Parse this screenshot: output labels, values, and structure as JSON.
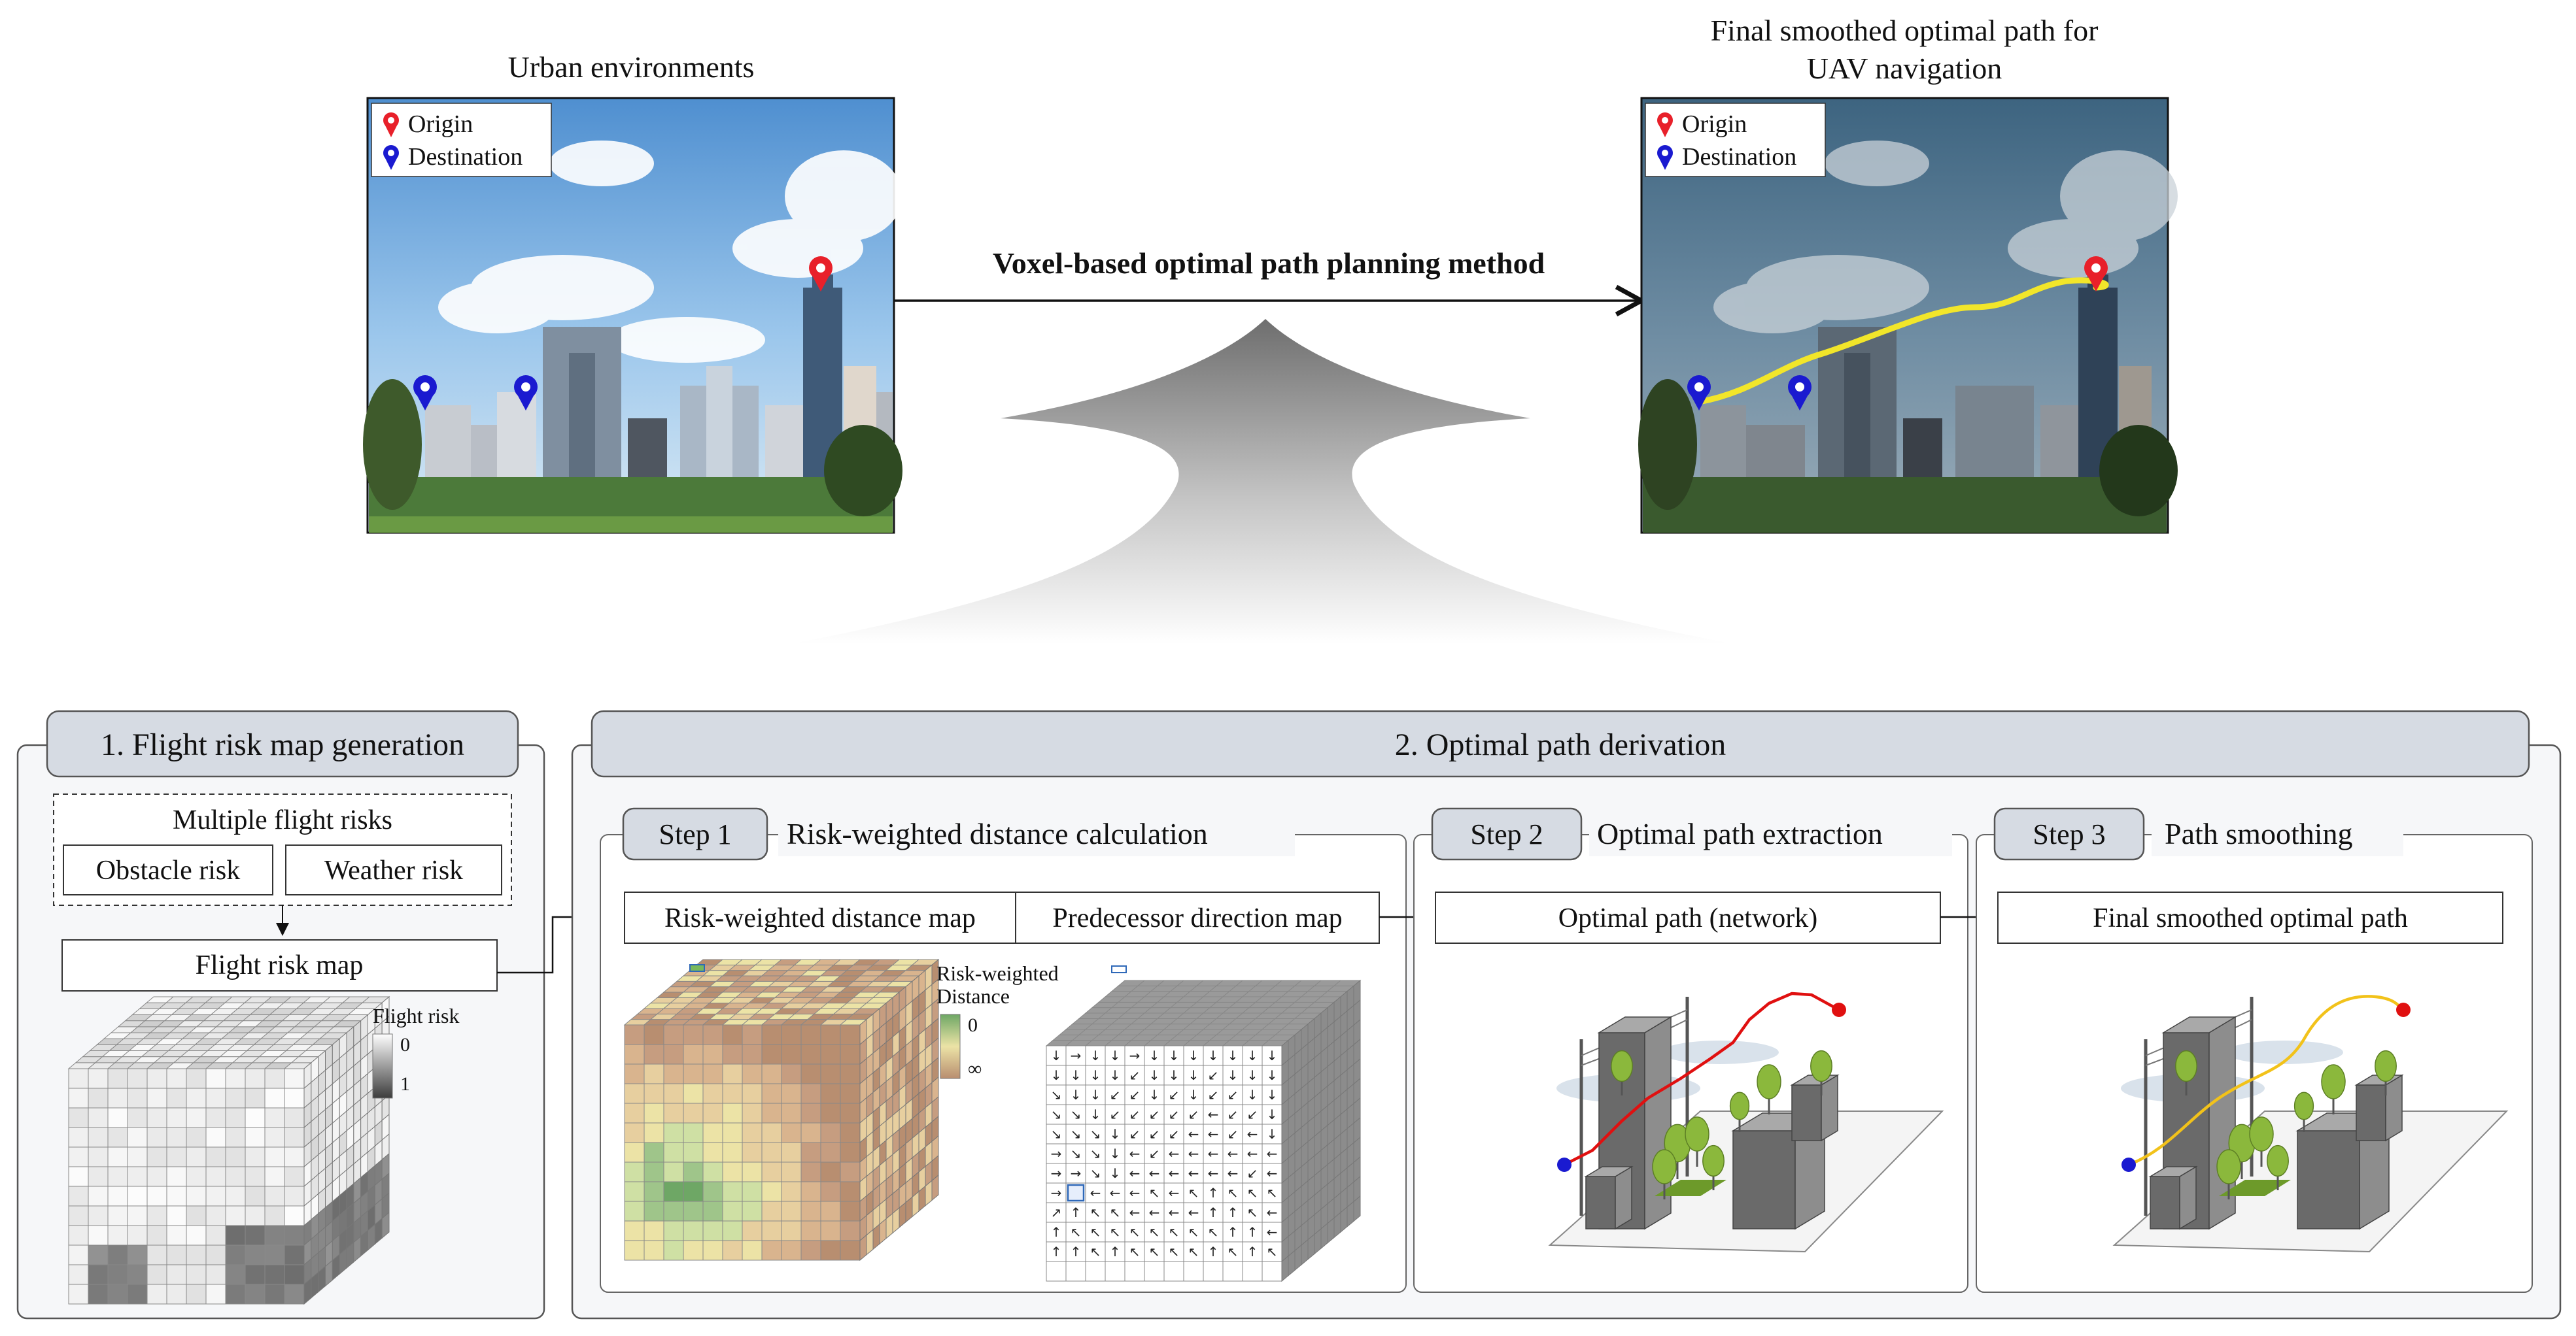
{
  "top": {
    "left_title": "Urban environments",
    "right_title_line1": "Final smoothed optimal path for",
    "right_title_line2": "UAV navigation",
    "method": "Voxel-based optimal path planning method",
    "legend_origin": "Origin",
    "legend_destination": "Destination"
  },
  "panel1": {
    "title": "1. Flight risk map generation",
    "group_title": "Multiple flight risks",
    "obstacle": "Obstacle risk",
    "weather": "Weather risk",
    "map": "Flight risk map",
    "legend_title": "Flight risk",
    "legend_min": "0",
    "legend_max": "1"
  },
  "panel2": {
    "title": "2. Optimal path derivation",
    "step1_tag": "Step 1",
    "step1_title": "Risk-weighted distance calculation",
    "step1_box_a": "Risk-weighted distance map",
    "step1_box_b": "Predecessor direction map",
    "rwd_legend_line1": "Risk-weighted",
    "rwd_legend_line2": "Distance",
    "rwd_min": "0",
    "rwd_max": "∞",
    "step2_tag": "Step 2",
    "step2_title": "Optimal path extraction",
    "step2_box": "Optimal path (network)",
    "step3_tag": "Step 3",
    "step3_title": "Path smoothing",
    "step3_box": "Final smoothed optimal path"
  },
  "colors": {
    "origin_pin": "#e8202a",
    "destination_pin": "#1a1ad0",
    "smoothed_path": "#f2e62a",
    "network_path": "#e01010",
    "step3_path": "#f2c21a",
    "header_fill": "#d6dbe3"
  },
  "arrows": {
    "row1": [
      "↓",
      "→",
      "↓",
      "↓",
      "→",
      "↓",
      "↓",
      "↓",
      "↓",
      "↓",
      "↓",
      "↓"
    ],
    "row2": [
      "↓",
      "↓",
      "↓",
      "↓",
      "↙",
      "↓",
      "↓",
      "↓",
      "↙",
      "↓",
      "↓",
      "↓"
    ],
    "row3": [
      "↘",
      "↓",
      "↓",
      "↙",
      "↙",
      "↓",
      "↙",
      "↓",
      "↙",
      "↙",
      "↓",
      "↓"
    ],
    "row4": [
      "↘",
      "↘",
      "↓",
      "↙",
      "↙",
      "↙",
      "↙",
      "↙",
      "←",
      "↙",
      "↙",
      "↓"
    ],
    "row5": [
      "↘",
      "↘",
      "↘",
      "↓",
      "↙",
      "↙",
      "↙",
      "←",
      "←",
      "↙",
      "←",
      "↓"
    ],
    "row6": [
      "→",
      "↘",
      "↘",
      "↓",
      "←",
      "↙",
      "←",
      "←",
      "←",
      "←",
      "←",
      "←"
    ],
    "row7": [
      "→",
      "→",
      "↘",
      "↓",
      "←",
      "←",
      "←",
      "←",
      "←",
      "←",
      "↙",
      "←"
    ],
    "row8": [
      "→",
      "⬚",
      "←",
      "←",
      "←",
      "↖",
      "←",
      "↖",
      "↑",
      "↖",
      "↖",
      "↖"
    ],
    "row9": [
      "↗",
      "↑",
      "↖",
      "↖",
      "←",
      "←",
      "←",
      "←",
      "↑",
      "↑",
      "↖",
      "←"
    ],
    "row10": [
      "↑",
      "↖",
      "↖",
      "↖",
      "↖",
      "↖",
      "↖",
      "↖",
      "↖",
      "↑",
      "↑",
      "←"
    ],
    "row11": [
      "↑",
      "↑",
      "↖",
      "↑",
      "↖",
      "↖",
      "↖",
      "↖",
      "↑",
      "↖",
      "↑",
      "↖"
    ]
  }
}
